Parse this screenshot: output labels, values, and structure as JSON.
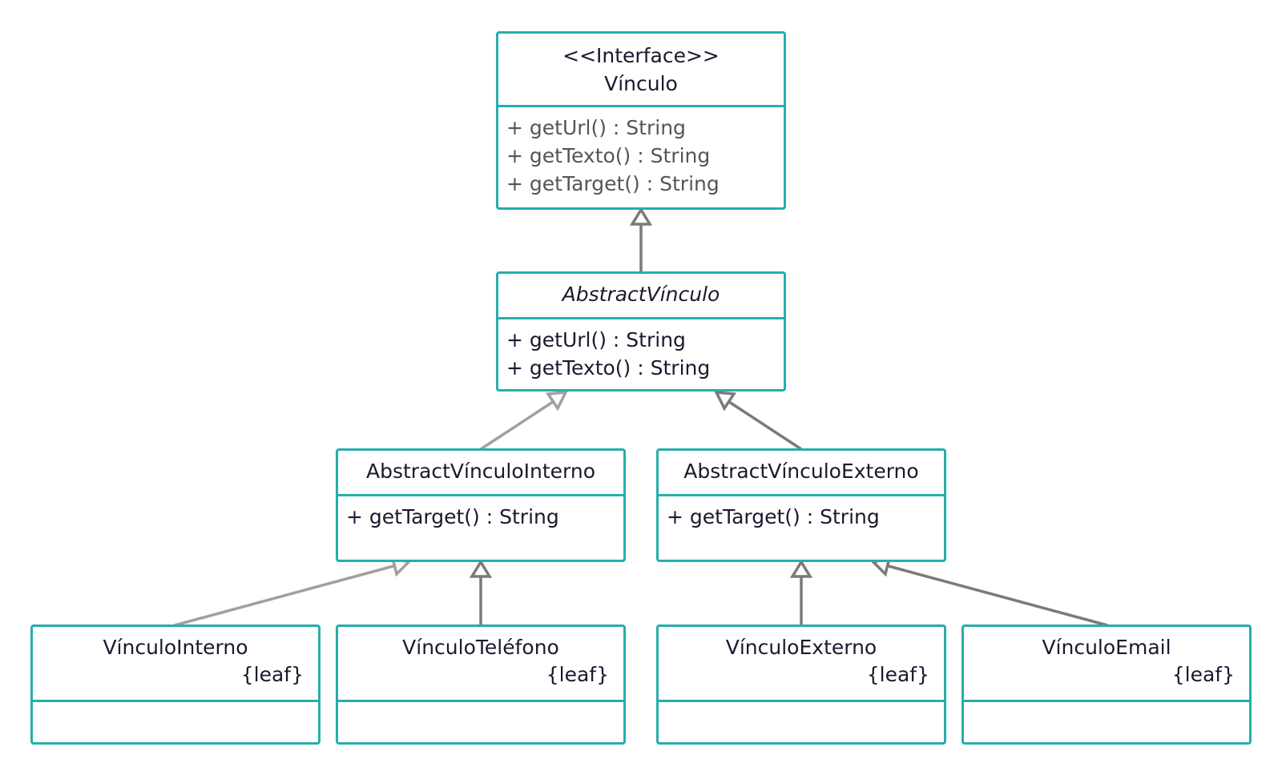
{
  "classes": {
    "vinculo": {
      "stereotype": "<<Interface>>",
      "name": "Vínculo",
      "operations": [
        "+ getUrl() : String",
        "+ getTexto() : String",
        "+ getTarget() : String"
      ]
    },
    "abstract_vinculo": {
      "name": "AbstractVínculo",
      "operations": [
        "+ getUrl() : String",
        "+ getTexto() : String"
      ]
    },
    "abstract_interno": {
      "name": "AbstractVínculoInterno",
      "operations": [
        "+ getTarget() : String"
      ]
    },
    "abstract_externo": {
      "name": "AbstractVínculoExterno",
      "operations": [
        "+ getTarget() : String"
      ]
    },
    "vinculo_interno": {
      "name": "VínculoInterno",
      "tag": "{leaf}"
    },
    "vinculo_telefono": {
      "name": "VínculoTeléfono",
      "tag": "{leaf}"
    },
    "vinculo_externo": {
      "name": "VínculoExterno",
      "tag": "{leaf}"
    },
    "vinculo_email": {
      "name": "VínculoEmail",
      "tag": "{leaf}"
    }
  },
  "colors": {
    "border": "#26aeab",
    "arrow": "#7a7a7a",
    "arrow_light": "#a0a0a0"
  }
}
